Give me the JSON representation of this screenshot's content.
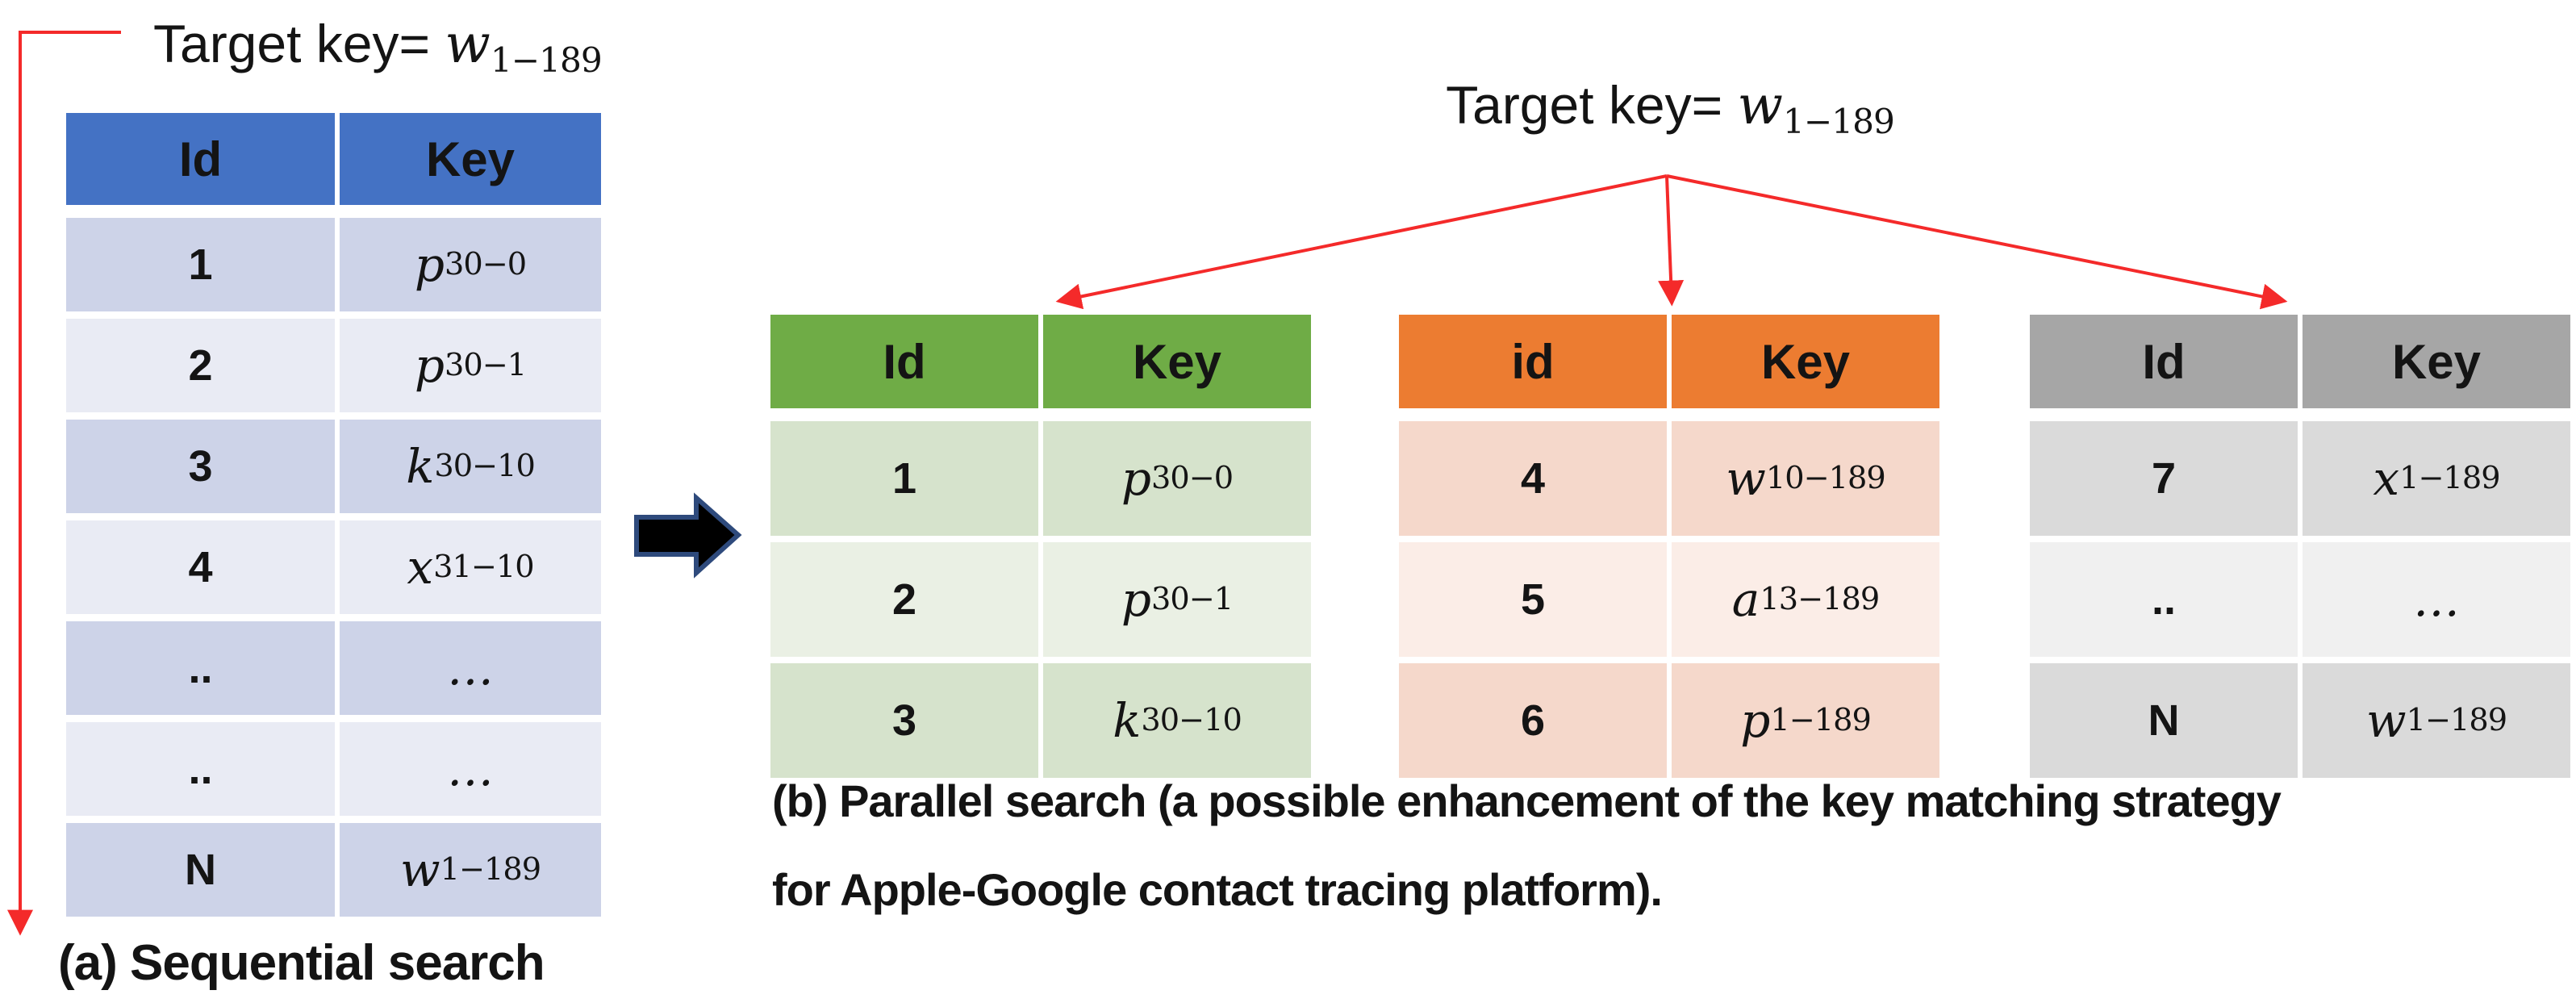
{
  "titles": {
    "target_a": {
      "prefix": "Target key= ",
      "var": "w",
      "sub": "1−189"
    },
    "target_b": {
      "prefix": "Target key= ",
      "var": "w",
      "sub": "1−189"
    }
  },
  "captions": {
    "a": "(a) Sequential search",
    "b_line1": "(b) Parallel search (a possible enhancement of the key matching strategy",
    "b_line2": "for Apple-Google contact tracing platform)."
  },
  "tables": {
    "sequential": {
      "headers": [
        "Id",
        "Key"
      ],
      "rows": [
        {
          "id": "1",
          "key_base": "p",
          "key_sub": "30−0"
        },
        {
          "id": "2",
          "key_base": "p",
          "key_sub": "30−1"
        },
        {
          "id": "3",
          "key_base": "k",
          "key_sub": "30−10"
        },
        {
          "id": "4",
          "key_base": "x",
          "key_sub": "31−10"
        },
        {
          "id": "..",
          "key_base": "…",
          "key_sub": ""
        },
        {
          "id": "..",
          "key_base": "…",
          "key_sub": ""
        },
        {
          "id": "N",
          "key_base": "w",
          "key_sub": "1−189"
        }
      ],
      "colors": {
        "header": "#4472C4",
        "row_dark": "#CDD3E8",
        "row_light": "#E9EBF4"
      }
    },
    "parallel_green": {
      "headers": [
        "Id",
        "Key"
      ],
      "rows": [
        {
          "id": "1",
          "key_base": "p",
          "key_sub": "30−0"
        },
        {
          "id": "2",
          "key_base": "p",
          "key_sub": "30−1"
        },
        {
          "id": "3",
          "key_base": "k",
          "key_sub": "30−10"
        }
      ],
      "colors": {
        "header": "#6FAC46",
        "row_dark": "#D6E3CC",
        "row_light": "#EAF0E4"
      }
    },
    "parallel_orange": {
      "headers": [
        "id",
        "Key"
      ],
      "rows": [
        {
          "id": "4",
          "key_base": "w",
          "key_sub": "10−189"
        },
        {
          "id": "5",
          "key_base": "a",
          "key_sub": "13−189"
        },
        {
          "id": "6",
          "key_base": "p",
          "key_sub": "1−189"
        }
      ],
      "colors": {
        "header": "#EC7C31",
        "row_dark": "#F5D8CB",
        "row_light": "#FBEDE7"
      }
    },
    "parallel_gray": {
      "headers": [
        "Id",
        "Key"
      ],
      "rows": [
        {
          "id": "7",
          "key_base": "x",
          "key_sub": "1−189"
        },
        {
          "id": "..",
          "key_base": "…",
          "key_sub": ""
        },
        {
          "id": "N",
          "key_base": "w",
          "key_sub": "1−189"
        }
      ],
      "colors": {
        "header": "#A6A6A6",
        "row_dark": "#DADADA",
        "row_light": "#F0F0F0"
      }
    }
  },
  "colors": {
    "arrow_red": "#F42A2A",
    "block_arrow_fill": "#000000",
    "block_arrow_outline": "#2E4A7C"
  }
}
